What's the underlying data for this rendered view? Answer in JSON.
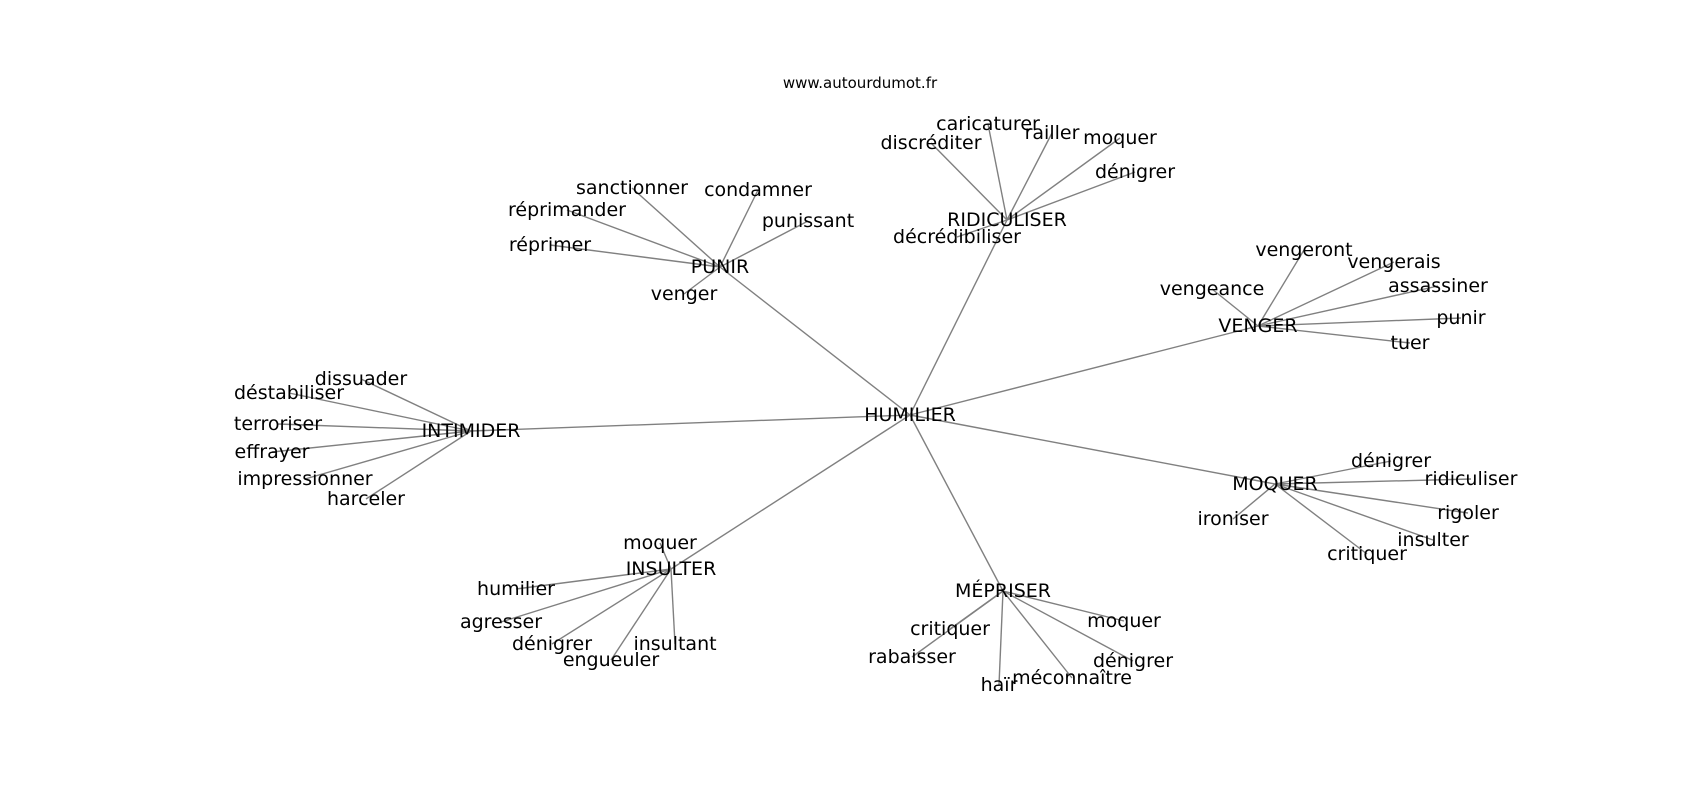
{
  "source_text": "www.autourdumot.fr",
  "center": "HUMILIER",
  "groups": [
    {
      "id": "punir",
      "label": "PUNIR",
      "words": [
        "sanctionner",
        "condamner",
        "réprimander",
        "punissant",
        "réprimer",
        "venger"
      ]
    },
    {
      "id": "ridiculiser",
      "label": "RIDICULISER",
      "words": [
        "caricaturer",
        "railler",
        "discréditer",
        "moquer",
        "dénigrer",
        "décrédibiliser"
      ]
    },
    {
      "id": "venger",
      "label": "VENGER",
      "words": [
        "vengeront",
        "vengerais",
        "vengeance",
        "assassiner",
        "punir",
        "tuer"
      ]
    },
    {
      "id": "intimider",
      "label": "INTIMIDER",
      "words": [
        "dissuader",
        "déstabiliser",
        "terroriser",
        "effrayer",
        "impressionner",
        "harceler"
      ]
    },
    {
      "id": "moquer",
      "label": "MOQUER",
      "words": [
        "dénigrer",
        "ridiculiser",
        "ironiser",
        "rigoler",
        "insulter",
        "critiquer"
      ]
    },
    {
      "id": "insulter",
      "label": "INSULTER",
      "words": [
        "moquer",
        "humilier",
        "agresser",
        "dénigrer",
        "insultant",
        "engueuler"
      ]
    },
    {
      "id": "mepriser",
      "label": "MÉPRISER",
      "words": [
        "moquer",
        "critiquer",
        "rabaisser",
        "dénigrer",
        "méconnaître",
        "haïr"
      ]
    }
  ]
}
